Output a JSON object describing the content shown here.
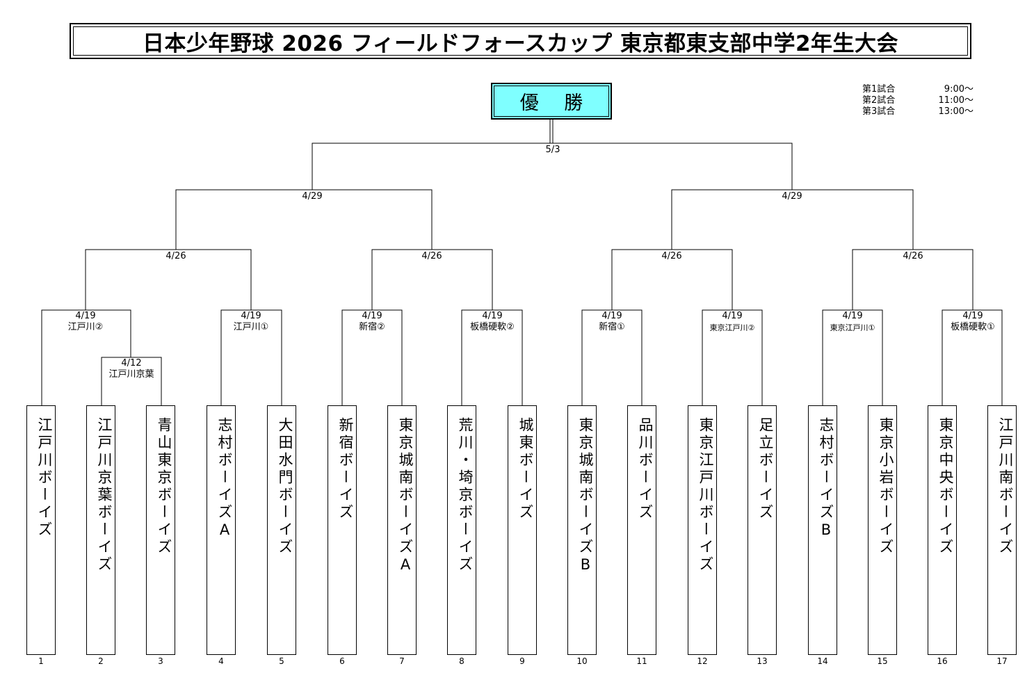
{
  "title": "日本少年野球 2026 フィールドフォースカップ 東京都東支部中学2年生大会",
  "champion_label": "優 勝",
  "schedule": [
    {
      "label": "第1試合",
      "time": "9:00〜"
    },
    {
      "label": "第2試合",
      "time": "11:00〜"
    },
    {
      "label": "第3試合",
      "time": "13:00〜"
    }
  ],
  "rounds": {
    "final": {
      "date": "5/3"
    },
    "semi_left": {
      "date": "4/29"
    },
    "semi_right": {
      "date": "4/29"
    },
    "qf1": {
      "date": "4/26"
    },
    "qf2": {
      "date": "4/26"
    },
    "qf3": {
      "date": "4/26"
    },
    "qf4": {
      "date": "4/26"
    },
    "r1_1": {
      "date": "4/19",
      "venue": "江戸川②"
    },
    "r1_2": {
      "date": "4/19",
      "venue": "江戸川①"
    },
    "r1_3": {
      "date": "4/19",
      "venue": "新宿②"
    },
    "r1_4": {
      "date": "4/19",
      "venue": "板橋硬軟②"
    },
    "r1_5": {
      "date": "4/19",
      "venue": "新宿①"
    },
    "r1_6": {
      "date": "4/19",
      "venue": "東京江戸川②"
    },
    "r1_7": {
      "date": "4/19",
      "venue": "東京江戸川①"
    },
    "r1_8": {
      "date": "4/19",
      "venue": "板橋硬軟①"
    },
    "pre": {
      "date": "4/12",
      "venue": "江戸川京葉"
    }
  },
  "teams": [
    {
      "seed": "1",
      "name": "江戸川ボーイズ"
    },
    {
      "seed": "2",
      "name": "江戸川京葉ボーイズ"
    },
    {
      "seed": "3",
      "name": "青山東京ボーイズ"
    },
    {
      "seed": "4",
      "name": "志村ボーイズA"
    },
    {
      "seed": "5",
      "name": "大田水門ボーイズ"
    },
    {
      "seed": "6",
      "name": "新宿ボーイズ"
    },
    {
      "seed": "7",
      "name": "東京城南ボーイズA"
    },
    {
      "seed": "8",
      "name": "荒川・埼京ボーイズ"
    },
    {
      "seed": "9",
      "name": "城東ボーイズ"
    },
    {
      "seed": "10",
      "name": "東京城南ボーイズB"
    },
    {
      "seed": "11",
      "name": "品川ボーイズ"
    },
    {
      "seed": "12",
      "name": "東京江戸川ボーイズ"
    },
    {
      "seed": "13",
      "name": "足立ボーイズ"
    },
    {
      "seed": "14",
      "name": "志村ボーイズB"
    },
    {
      "seed": "15",
      "name": "東京小岩ボーイズ"
    },
    {
      "seed": "16",
      "name": "東京中央ボーイズ"
    },
    {
      "seed": "17",
      "name": "江戸川南ボーイズ"
    }
  ]
}
